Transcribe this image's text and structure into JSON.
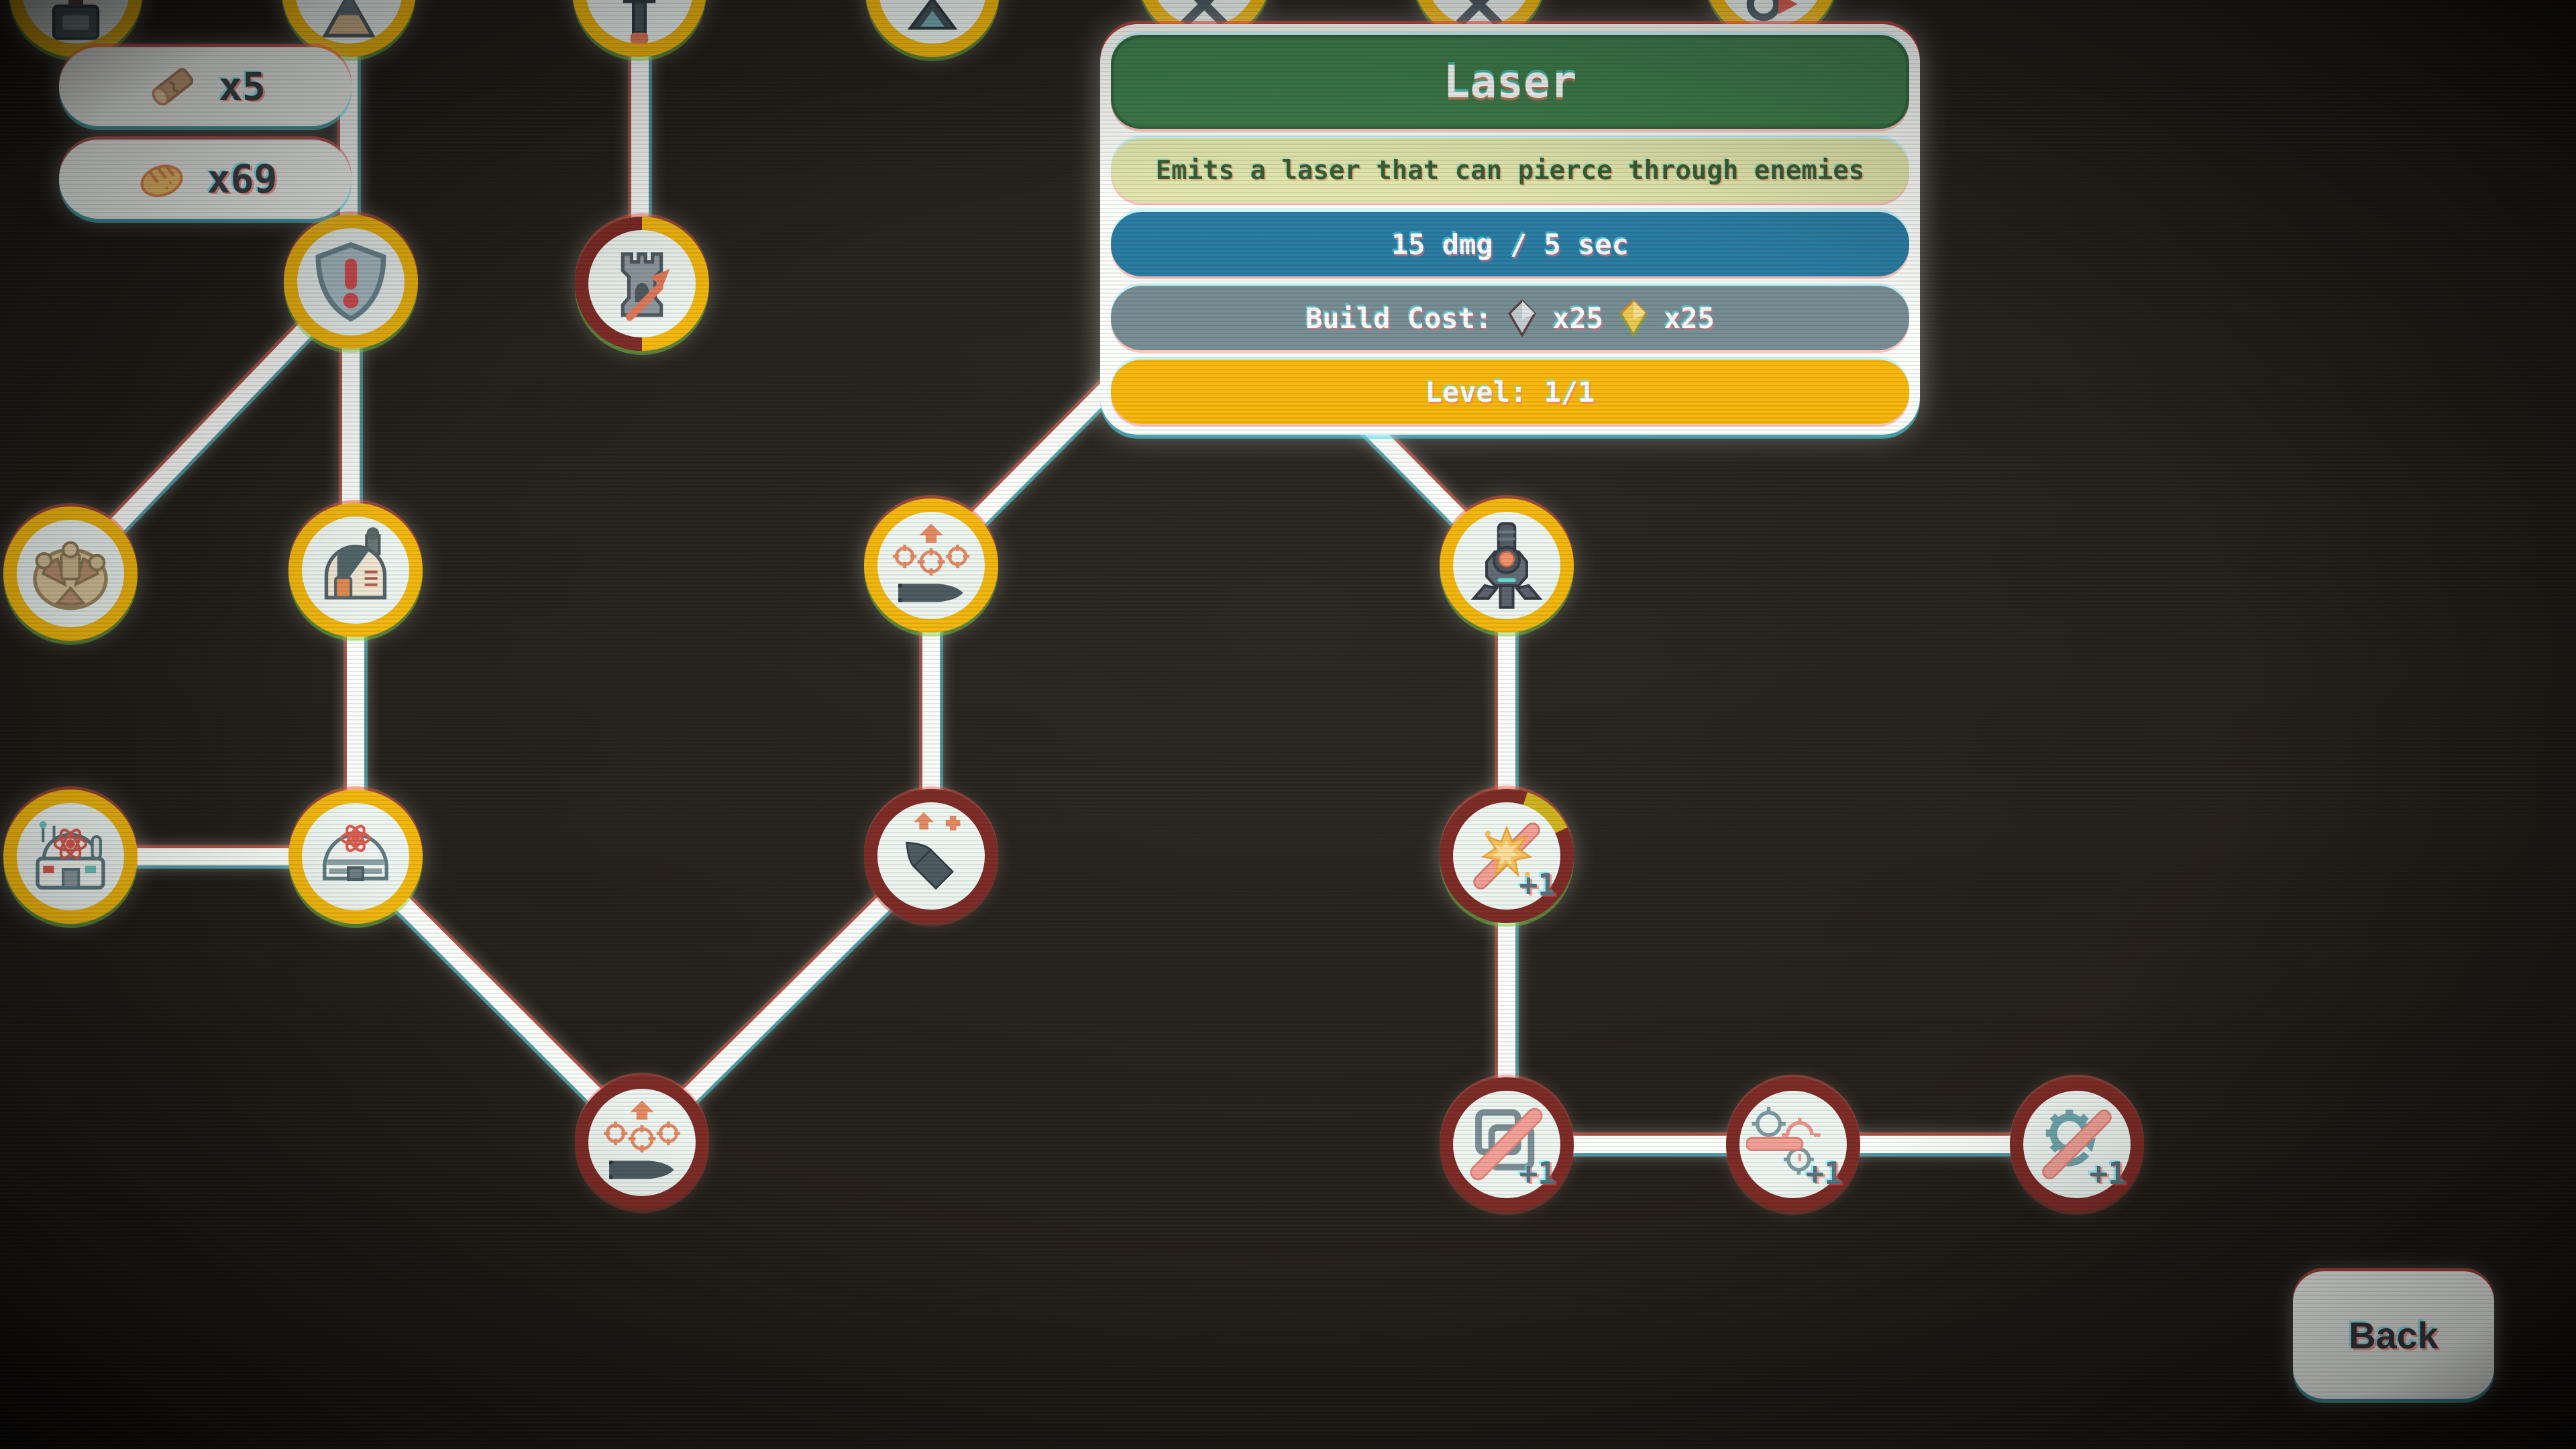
{
  "colors": {
    "background": "#242019",
    "ring_unlocked": "#f2b70d",
    "ring_locked": "#7d2b26",
    "connector": "#fbfdfb",
    "tooltip_header_bg": "#3f7d4b",
    "tooltip_description_bg": "#e2e6ad",
    "tooltip_stat_bg": "#2a7ca3",
    "tooltip_cost_bg": "#768d93",
    "tooltip_level_bg": "#f7b70b"
  },
  "resources": [
    {
      "icon": "log-icon",
      "count": "x5"
    },
    {
      "icon": "bread-icon",
      "count": "x69"
    }
  ],
  "tooltip": {
    "title": "Laser",
    "description": "Emits a laser that can pierce through enemies",
    "stats": "15 dmg / 5 sec",
    "build_cost_label": "Build Cost:",
    "build_cost": [
      {
        "icon": "iron-ingot-icon",
        "amount": "x25"
      },
      {
        "icon": "gold-ingot-icon",
        "amount": "x25"
      }
    ],
    "level": "Level: 1/1"
  },
  "badges": {
    "laser_pierce": "+1",
    "laser_duplicate": "+1",
    "laser_targets": "+1",
    "laser_speed": "+1"
  },
  "back_button": {
    "label": "Back"
  }
}
